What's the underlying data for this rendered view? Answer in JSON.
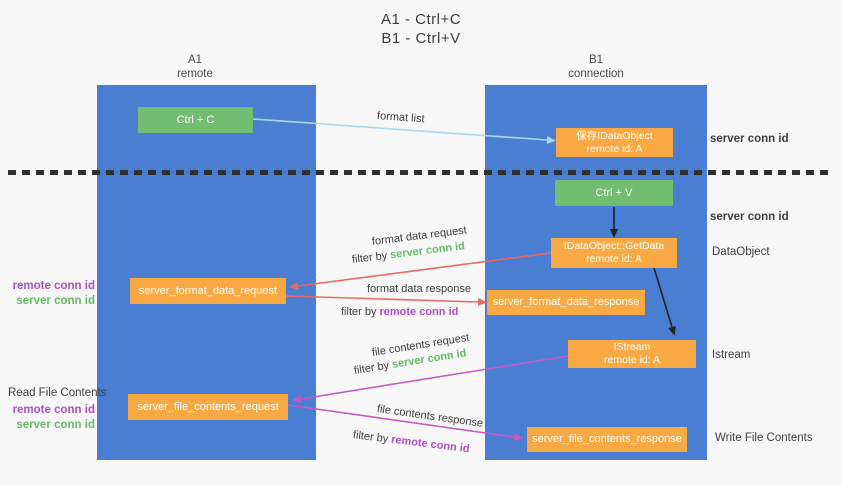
{
  "title": {
    "line1": "A1 - Ctrl+C",
    "line2": "B1 - Ctrl+V"
  },
  "lanes": {
    "a1": {
      "name": "A1",
      "role": "remote"
    },
    "b1": {
      "name": "B1",
      "role": "connection"
    }
  },
  "nodes": {
    "ctrl_c": {
      "label": "Ctrl + C"
    },
    "save_idataobject": {
      "line1": "保存IDataObject",
      "line2": "remote id: A"
    },
    "ctrl_v": {
      "label": "Ctrl + V"
    },
    "getdata": {
      "line1": "IDataObject::GetData",
      "line2": "remote id: A"
    },
    "server_format_data_request": {
      "label": "server_format_data_request"
    },
    "server_format_data_response": {
      "label": "server_format_data_response"
    },
    "istream": {
      "line1": "IStream",
      "line2": "remote id: A"
    },
    "server_file_contents_request": {
      "label": "server_file_contents_request"
    },
    "server_file_contents_response": {
      "label": "server_file_contents_response"
    }
  },
  "arrow_labels": {
    "format_list": "format list",
    "format_data_request": "format data request",
    "format_data_response": "format data response",
    "file_contents_request": "file contents request",
    "file_contents_response": "file contents response",
    "filter_by": "filter by",
    "server_conn_id": "server conn id",
    "remote_conn_id": "remote conn id"
  },
  "side_labels": {
    "server_conn_id_top": "server conn id",
    "server_conn_id_mid": "server conn id",
    "dataobject": "DataObject",
    "istream": "Istream",
    "write_file_contents": "Write File Contents",
    "read_file_contents": "Read File Contents",
    "remote_conn_id": "remote conn id",
    "server_conn_id": "server conn id"
  },
  "colors": {
    "background": "#f7f7f7",
    "lane_blue": "#4a7ed3",
    "node_green": "#72bd70",
    "node_orange": "#f9a943",
    "arrow_lightblue": "#a9d7ef",
    "arrow_red": "#e96b60",
    "arrow_magenta": "#c65ac4",
    "arrow_black": "#222222",
    "text_green": "#63bb6a",
    "text_purple": "#ab4ecb",
    "text_dark": "#3d3d3d"
  }
}
